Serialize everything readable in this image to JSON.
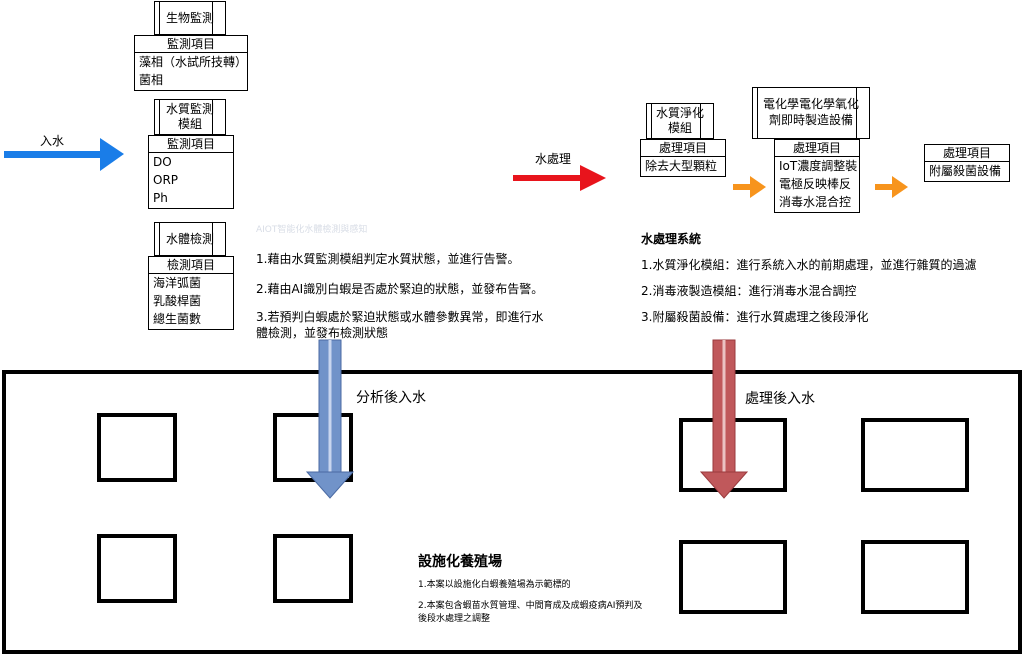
{
  "left": {
    "intake_label": "入水",
    "bio": {
      "title": "生物監測",
      "header": "監測項目",
      "items": [
        "藻相（水試所技轉）",
        "菌相"
      ]
    },
    "wq": {
      "title_1": "水質監測",
      "title_2": "模組",
      "header": "監測項目",
      "items": [
        "DO",
        "ORP",
        "Ph"
      ]
    },
    "body": {
      "title": "水體檢測",
      "header": "檢測項目",
      "items": [
        "海洋弧菌",
        "乳酸桿菌",
        "總生菌數"
      ]
    },
    "faint_title": "AIOT智能化水體檢測與感知",
    "notes": [
      "1.藉由水質監測模組判定水質狀態，並進行告警。",
      "2.藉由AI識別白蝦是否處於緊迫的狀態，並發布告警。",
      "3.若預判白蝦處於緊迫狀態或水體參數異常，即進行水",
      "體檢測，並發布檢測狀態"
    ],
    "down_label": "分析後入水"
  },
  "right": {
    "treat_label": "水處理",
    "purify": {
      "title_1": "水質淨化",
      "title_2": "模組",
      "header": "處理項目",
      "items": [
        "除去大型顆粒"
      ]
    },
    "chem": {
      "title_1": "電化學電化學氧化",
      "title_2": "劑即時製造設備",
      "header": "處理項目",
      "items": [
        "IoT濃度調整裝",
        "電極反映棒反",
        "消毒水混合控"
      ]
    },
    "steril": {
      "header": "處理項目",
      "items": [
        "附屬殺菌設備"
      ]
    },
    "system_title": "水處理系統",
    "notes": [
      "1.水質淨化模組：進行系統入水的前期處理，並進行雜質的過濾",
      "2.消毒液製造模組：進行消毒水混合調控",
      "3.附屬殺菌設備：進行水質處理之後段淨化"
    ],
    "down_label": "處理後入水"
  },
  "farm": {
    "title": "設施化養殖場",
    "notes": [
      "1.本案以設施化白蝦養殖場為示範標的",
      "2.本案包含蝦苗水質管理、中間育成及成蝦疫病AI預判及",
      "後段水處理之調整"
    ]
  },
  "colors": {
    "blue_arrow": "#1a7de8",
    "red_arrow": "#e8141c",
    "orange_arrow": "#f7941d",
    "blue_shaft": "#7193c9",
    "red_shaft": "#c0585b"
  }
}
